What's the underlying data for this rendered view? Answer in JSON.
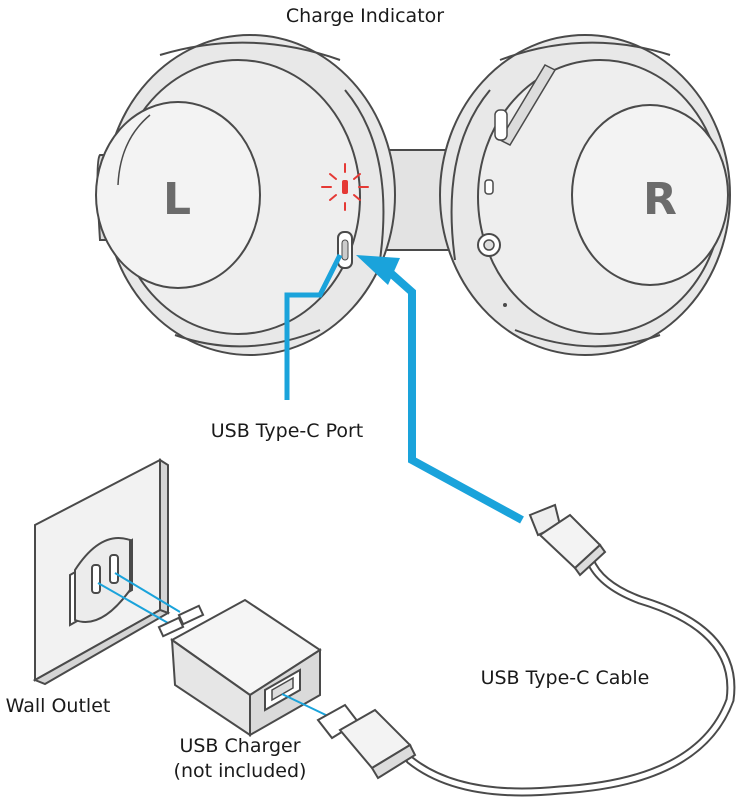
{
  "labels": {
    "charge_indicator": "Charge Indicator",
    "usb_port": "USB Type-C Port",
    "wall_outlet": "Wall Outlet",
    "usb_charger_line1": "USB Charger",
    "usb_charger_line2": "(not included)",
    "usb_cable": "USB Type-C Cable",
    "left_ear": "L",
    "right_ear": "R"
  },
  "colors": {
    "line_art": "#4a4a4a",
    "fill_light": "#f0f0f0",
    "fill_mid": "#d9d9d9",
    "pointer_blue": "#1aa3db",
    "indicator_red": "#e53935"
  },
  "icons": [
    "headphones-illustration",
    "wall-outlet-illustration",
    "usb-charger-illustration",
    "usb-cable-illustration",
    "charge-indicator-glow-icon"
  ]
}
